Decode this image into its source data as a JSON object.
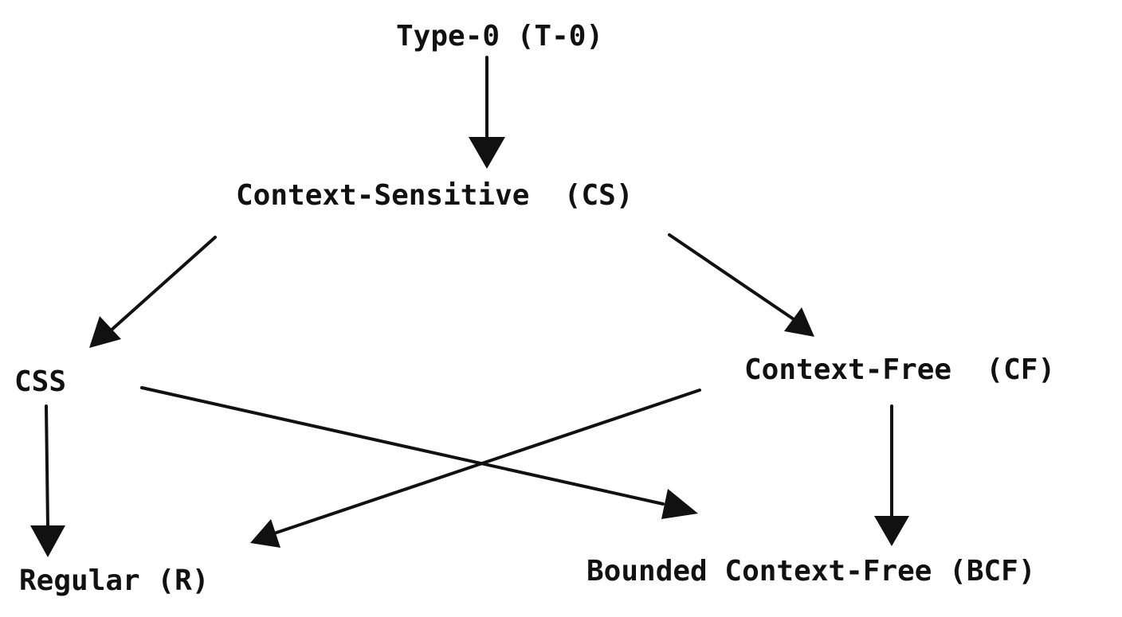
{
  "diagram": {
    "nodes": {
      "type0": "Type-0 (T-0)",
      "cs": "Context-Sensitive  (CS)",
      "css": "CSS",
      "cf": "Context-Free  (CF)",
      "regular": "Regular (R)",
      "bcf": "Bounded Context-Free (BCF)"
    },
    "edges": [
      {
        "from": "Type-0 (T-0)",
        "to": "Context-Sensitive (CS)"
      },
      {
        "from": "Context-Sensitive (CS)",
        "to": "CSS"
      },
      {
        "from": "Context-Sensitive (CS)",
        "to": "Context-Free (CF)"
      },
      {
        "from": "CSS",
        "to": "Regular (R)"
      },
      {
        "from": "CSS",
        "to": "Bounded Context-Free (BCF)"
      },
      {
        "from": "Context-Free (CF)",
        "to": "Regular (R)"
      },
      {
        "from": "Context-Free (CF)",
        "to": "Bounded Context-Free (BCF)"
      }
    ],
    "colors": {
      "ink": "#111111",
      "background": "#ffffff"
    }
  }
}
